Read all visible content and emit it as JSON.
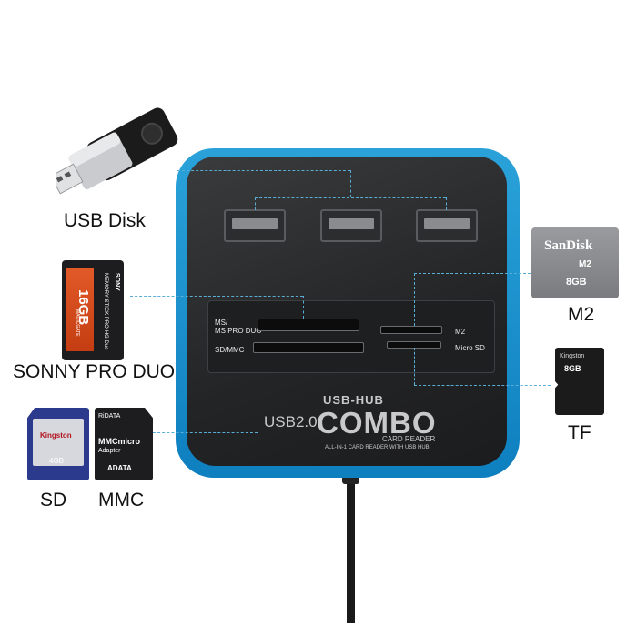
{
  "callouts": {
    "usb_disk": "USB Disk",
    "sonny_pro_duo": "SONNY PRO DUO",
    "sd": "SD",
    "mmc": "MMC",
    "m2": "M2",
    "tf": "TF"
  },
  "hub": {
    "top_label": "USB-HUB",
    "version": "USB2.0",
    "brand": "COMBO",
    "subtitle": "CARD READER",
    "tagline": "ALL-IN-1 CARD READER WITH USB HUB",
    "slot_ms": "MS/\nMS PRO DUO",
    "slot_sd": "SD/MMC",
    "slot_m2": "M2",
    "slot_micro_sd": "Micro SD"
  },
  "cards": {
    "ms_capacity": "16GB",
    "ms_brand": "SONY",
    "ms_line": "MEMORY STICK PRO-HG Duo",
    "ms_sub": "MAGICGATE",
    "sandisk_brand": "SanDisk",
    "sandisk_type": "M2",
    "sandisk_capacity": "8GB",
    "tf_brand": "Kingston",
    "tf_capacity": "8GB",
    "sd_brand": "Kingston",
    "sd_capacity": "4GB",
    "mmc_brand": "RiDATA",
    "mmc_type": "MMCmicro",
    "mmc_sub": "Adapter",
    "mmc_maker": "ADATA"
  },
  "colors": {
    "rim": "#1a8fcc",
    "guide_line": "#5aaed6",
    "hub_face": "#252628"
  }
}
